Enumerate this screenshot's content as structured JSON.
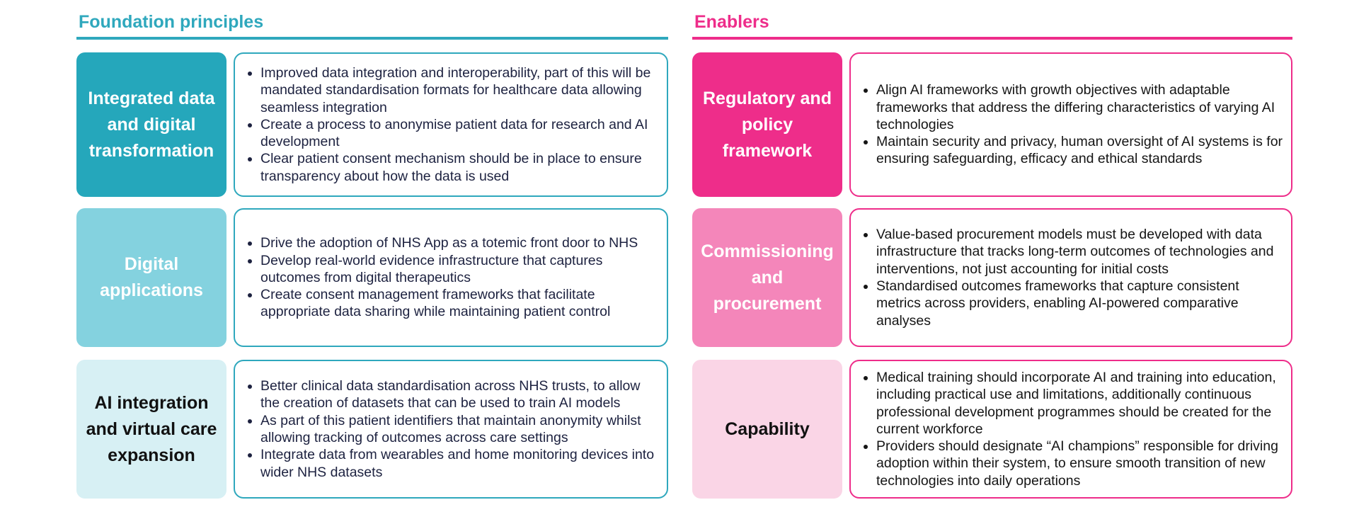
{
  "foundation": {
    "heading": "Foundation principles",
    "rows": [
      {
        "title": "Integrated data and digital transformation",
        "bullets": [
          "Improved data integration and interoperability, part of this will be mandated standardisation formats for healthcare data allowing seamless integration",
          "Create a process to anonymise patient data for research and AI development",
          "Clear patient consent mechanism should be in place to ensure transparency about how the data is used"
        ]
      },
      {
        "title": "Digital applications",
        "bullets": [
          "Drive the adoption of NHS App as a totemic front door to NHS",
          "Develop real-world evidence infrastructure that captures outcomes from digital therapeutics",
          "Create consent management frameworks that facilitate appropriate data sharing while maintaining patient control"
        ]
      },
      {
        "title": "AI integration and virtual care expansion",
        "bullets": [
          "Better clinical data standardisation across NHS trusts, to allow the creation of datasets that can be used to train AI models",
          "As part of this patient identifiers that maintain anonymity whilst allowing tracking of outcomes across care settings",
          "Integrate data from wearables and home monitoring devices into wider NHS datasets"
        ]
      }
    ]
  },
  "enablers": {
    "heading": "Enablers",
    "rows": [
      {
        "title": "Regulatory and policy framework",
        "bullets": [
          "Align AI frameworks with growth objectives with adaptable frameworks that address the differing characteristics of varying AI technologies",
          "Maintain security and privacy, human oversight of AI systems is for ensuring safeguarding, efficacy and ethical standards"
        ]
      },
      {
        "title": "Commissioning and procurement",
        "bullets": [
          "Value-based procurement models must be developed with data infrastructure that tracks long-term outcomes of technologies and interventions, not just accounting for initial costs",
          "Standardised outcomes frameworks that capture consistent metrics across providers, enabling AI-powered comparative analyses"
        ]
      },
      {
        "title": "Capability",
        "bullets": [
          "Medical training should incorporate AI and training into education, including practical use and limitations, additionally continuous professional development programmes should be created for the current workforce",
          "Providers should designate “AI champions” responsible for driving adoption within their system, to ensure smooth transition of new technologies into daily operations"
        ]
      }
    ]
  },
  "colors": {
    "teal_accent": "#2fa8bd",
    "pink_accent": "#ee2d8a"
  }
}
